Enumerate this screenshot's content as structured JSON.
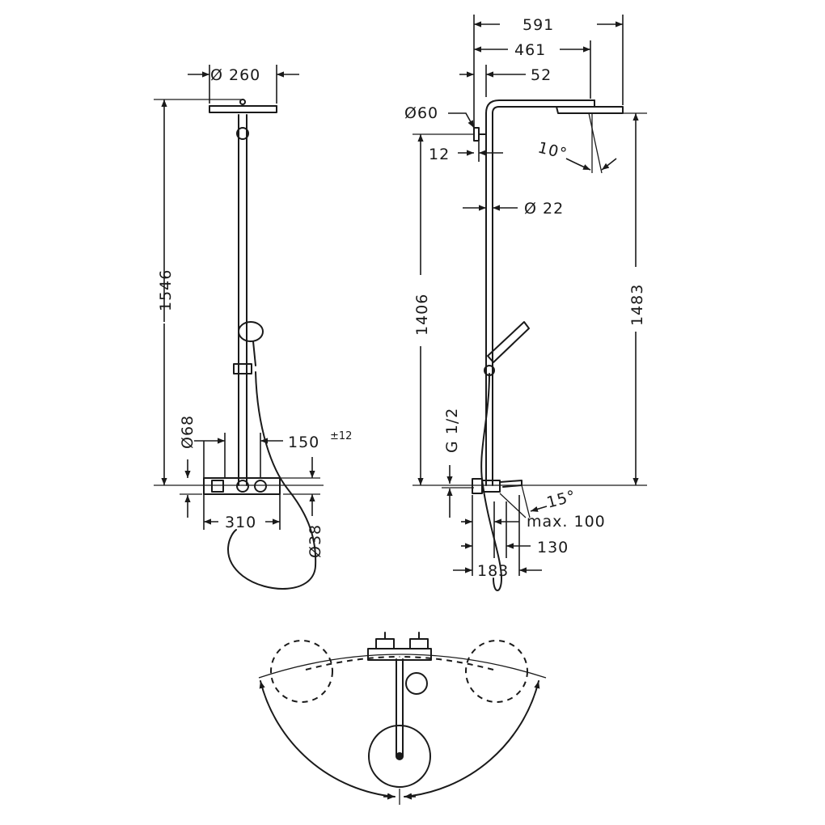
{
  "dimensions": {
    "head_diameter": "Ø 260",
    "total_height_front": "1546",
    "valve_diameter": "Ø68",
    "offset_150": "150",
    "offset_tol": "±12",
    "width_310": "310",
    "diameter_38": "Ø38",
    "width_591": "591",
    "width_461": "461",
    "width_52": "52",
    "wall_disc": "Ø60",
    "wall_12": "12",
    "tilt_10": "10°",
    "pipe_22": "Ø 22",
    "height_1406": "1406",
    "height_1483": "1483",
    "thread": "G 1/2",
    "angle_15": "15°",
    "max_100": "max. 100",
    "depth_130": "130",
    "depth_183": "183"
  }
}
